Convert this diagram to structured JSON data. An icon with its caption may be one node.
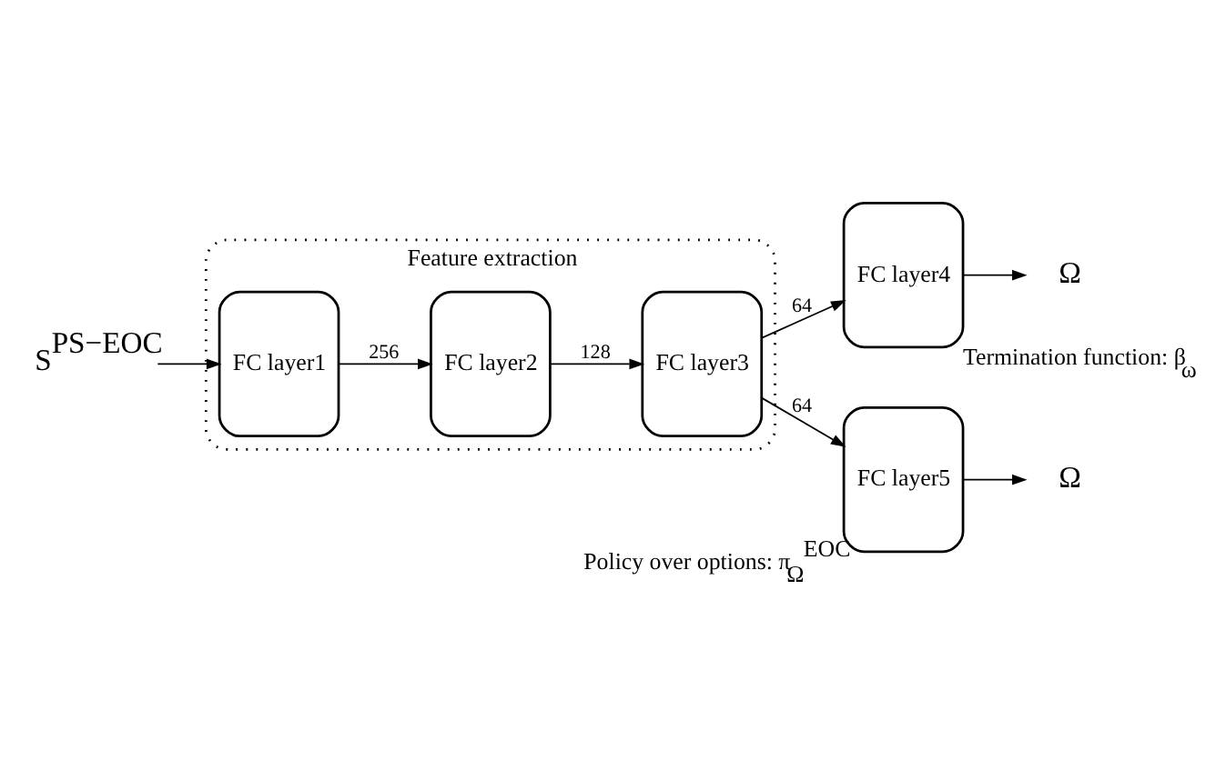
{
  "diagram": {
    "nodes": [
      {
        "text": [
          "Feature extraction"
        ]
      },
      {
        "text": [
          "S$^{PS−EOC}$"
        ]
      },
      {
        "text": [
          "FC layer1"
        ],
        "in": 0
      },
      {
        "text": [
          "FC layer2"
        ],
        "in": 0
      },
      {
        "text": [
          "FC layer3"
        ],
        "in": 0
      },
      {
        "text": [
          "FC layer4"
        ],
        "beside": [
          "Termination function: β$_{ω}$"
        ]
      },
      {
        "text": [
          "FC layer5"
        ],
        "beside": [
          "Policy over options: π$_{Ω}$$^{EOC}$"
        ]
      },
      {
        "text": [
          "Ω"
        ]
      },
      {
        "text": [
          "Ω"
        ]
      }
    ],
    "edges": [
      {
        "from": 1,
        "to": 2,
        "arrow": "to"
      },
      {
        "from": 2,
        "to": 3,
        "arrow": "to",
        "label": "256"
      },
      {
        "from": 3,
        "to": 4,
        "arrow": "to",
        "label": "128"
      },
      {
        "from": 4,
        "to": 5,
        "arrow": "to",
        "label": "64"
      },
      {
        "from": 4,
        "to": 6,
        "arrow": "to",
        "label": "64"
      },
      {
        "from": 5,
        "to": 7,
        "arrow": "to"
      },
      {
        "from": 6,
        "to": 8,
        "arrow": "to"
      }
    ]
  }
}
